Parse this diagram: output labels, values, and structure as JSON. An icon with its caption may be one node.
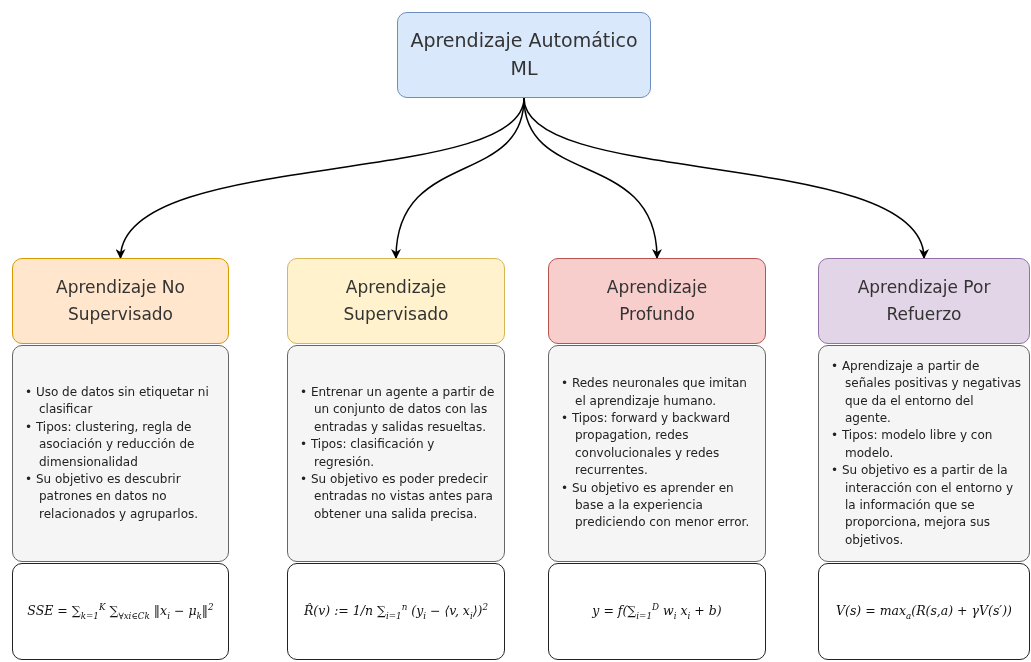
{
  "diagram": {
    "nodes": [
      {
        "text": [
          "Aprendizaje Automático ML"
        ]
      },
      {
        "text": [
          "Aprendizaje No Supervisado"
        ]
      },
      {
        "text": [
          "Aprendizaje Supervisado"
        ]
      },
      {
        "text": [
          "Aprendizaje Profundo"
        ]
      },
      {
        "text": [
          "Aprendizaje Por Refuerzo"
        ]
      },
      {
        "text": [
          "• Uso de datos sin etiquetar ni clasificar",
          "• Tipos: clustering, regla de asociación y reducción de dimensionalidad",
          "• Su objetivo es descubrir patrones en datos no relacionados y agruparlos."
        ]
      },
      {
        "text": [
          "• Entrenar un agente a partir de un conjunto de datos con las entradas y salidas resueltas.",
          "• Tipos: clasificación y regresión.",
          "• Su objetivo es poder predecir entradas no vistas antes para obtener una salida precisa."
        ]
      },
      {
        "text": [
          "• Redes neuronales que imitan el aprendizaje humano.",
          "• Tipos: forward y backward propagation, redes convolucionales y redes recurrentes.",
          "• Su objetivo es aprender en base a la experiencia prediciendo con menor error."
        ]
      },
      {
        "text": [
          "• Aprendizaje a partir de señales positivas y negativas que da el entorno del agente.",
          "• Tipos: modelo libre y con modelo.",
          "• Su objetivo es a partir de la interacción con el entorno y la información que se proporciona, mejora sus objetivos."
        ]
      },
      {
        "text": [
          "SSE = ∑$_{k=1}$$^{K}$ ∑$_{∀xi∈Ck}$ ‖x$_{i}$ − μ$_{k}$‖$^{2}$"
        ]
      },
      {
        "text": [
          "R̂(v) := 1/n ∑$_{i=1}$$^{n}$ (y$_{i}$ − ⟨v, x$_{i}$⟩)$^{2}$"
        ]
      },
      {
        "text": [
          "y = f(∑$_{i=1}$$^{D}$ w$_{i}$ x$_{i}$ + b)"
        ]
      },
      {
        "text": [
          "V(s) = max$_{a}$(R(s,a) + γV(s′))"
        ]
      }
    ],
    "edges": [
      {
        "from": 0,
        "to": 1,
        "arrow": "to"
      },
      {
        "from": 0,
        "to": 2,
        "arrow": "to"
      },
      {
        "from": 0,
        "to": 3,
        "arrow": "to"
      },
      {
        "from": 0,
        "to": 4,
        "arrow": "to"
      }
    ]
  }
}
